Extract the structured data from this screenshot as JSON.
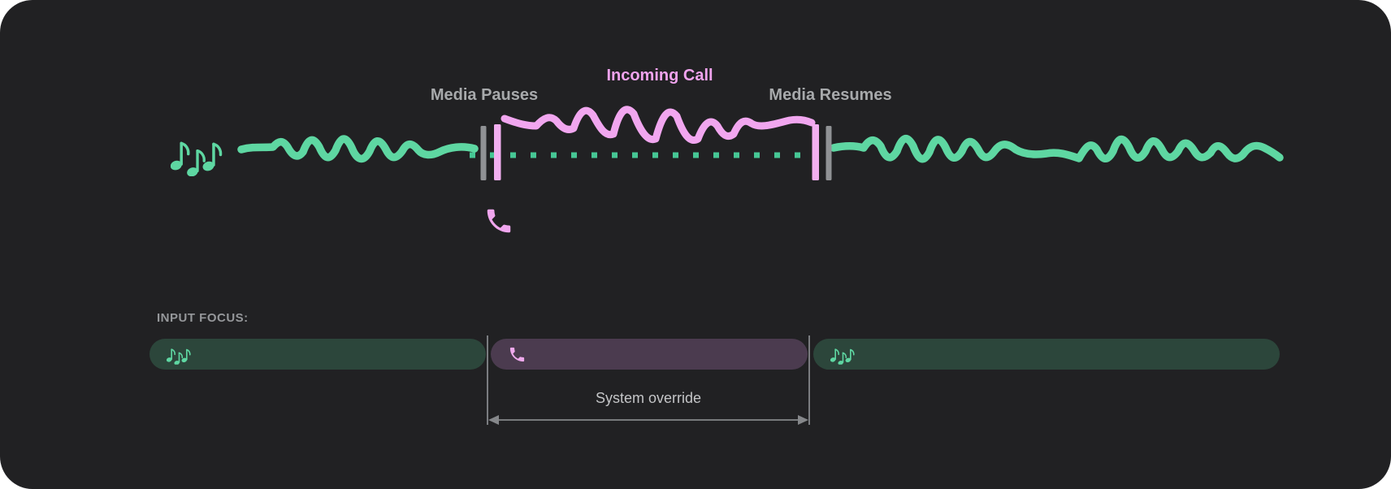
{
  "diagram": {
    "title_semantics": "media audio focus interruption diagram",
    "colors": {
      "background": "#212123",
      "media_green": "#5ED7A2",
      "ducked_green": "#46C795",
      "call_pink": "#F1A6EF",
      "marker_gray": "#909295",
      "label_gray": "#A7A9AB",
      "media_pill_bg": "#2C463B",
      "call_pill_bg": "#4B3B4F",
      "annotation_gray": "#C4C5C7"
    },
    "timeline": {
      "media_pauses_label": "Media Pauses",
      "incoming_call_label": "Incoming Call",
      "media_resumes_label": "Media Resumes",
      "media_source_icon": "music-notes-icon",
      "call_source_icon": "phone-icon"
    },
    "input_focus": {
      "label": "INPUT FOCUS:",
      "segments": [
        {
          "name": "media-before-call",
          "kind": "media",
          "icon": "music-notes-icon"
        },
        {
          "name": "incoming-call",
          "kind": "call",
          "icon": "phone-icon"
        },
        {
          "name": "media-after-call",
          "kind": "media",
          "icon": "music-notes-icon"
        }
      ],
      "annotation_label": "System override"
    }
  }
}
